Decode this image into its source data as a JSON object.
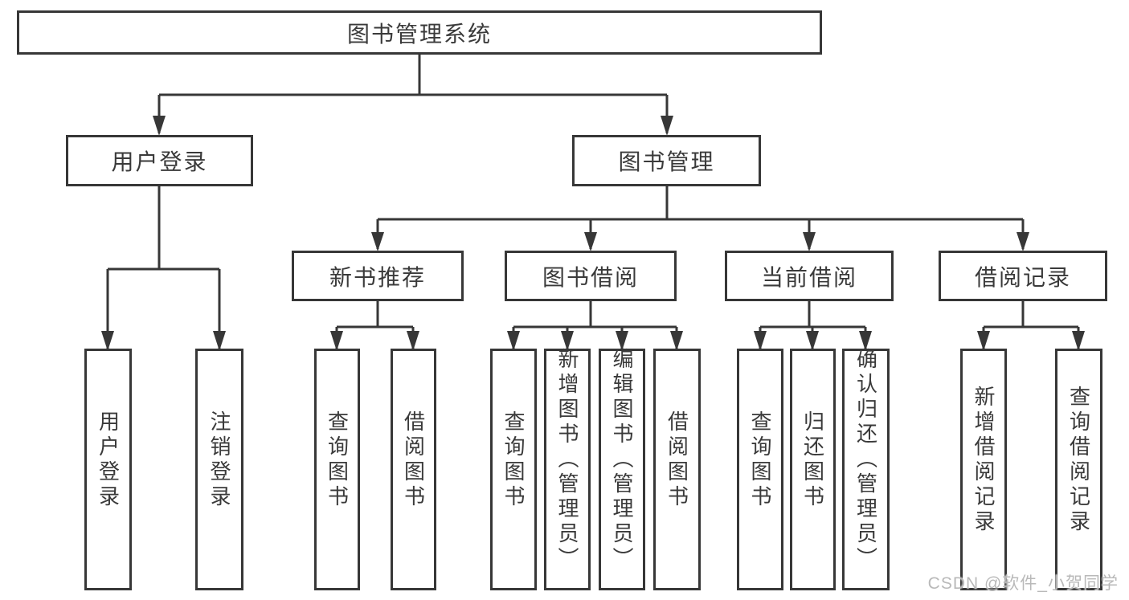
{
  "diagram": {
    "colors": {
      "line": "#373737",
      "text": "#3a3a3a",
      "background": "#ffffff",
      "watermark": "#b9b9b9"
    },
    "watermark": "CSDN @软件_小贺同学",
    "tree": {
      "root": {
        "label": "图书管理系统"
      },
      "branches": [
        {
          "label": "用户登录",
          "children": [
            {
              "label": "用户登录"
            },
            {
              "label": "注销登录"
            }
          ]
        },
        {
          "label": "图书管理",
          "groups": [
            {
              "label": "新书推荐",
              "children": [
                {
                  "label": "查询图书"
                },
                {
                  "label": "借阅图书"
                }
              ]
            },
            {
              "label": "图书借阅",
              "children": [
                {
                  "label": "查询图书"
                },
                {
                  "label": "新增图书（管理员）"
                },
                {
                  "label": "编辑图书（管理员）"
                },
                {
                  "label": "借阅图书"
                }
              ]
            },
            {
              "label": "当前借阅",
              "children": [
                {
                  "label": "查询图书"
                },
                {
                  "label": "归还图书"
                },
                {
                  "label": "确认归还（管理员）"
                }
              ]
            },
            {
              "label": "借阅记录",
              "children": [
                {
                  "label": "新增借阅记录"
                },
                {
                  "label": "查询借阅记录"
                }
              ]
            }
          ]
        }
      ]
    }
  }
}
